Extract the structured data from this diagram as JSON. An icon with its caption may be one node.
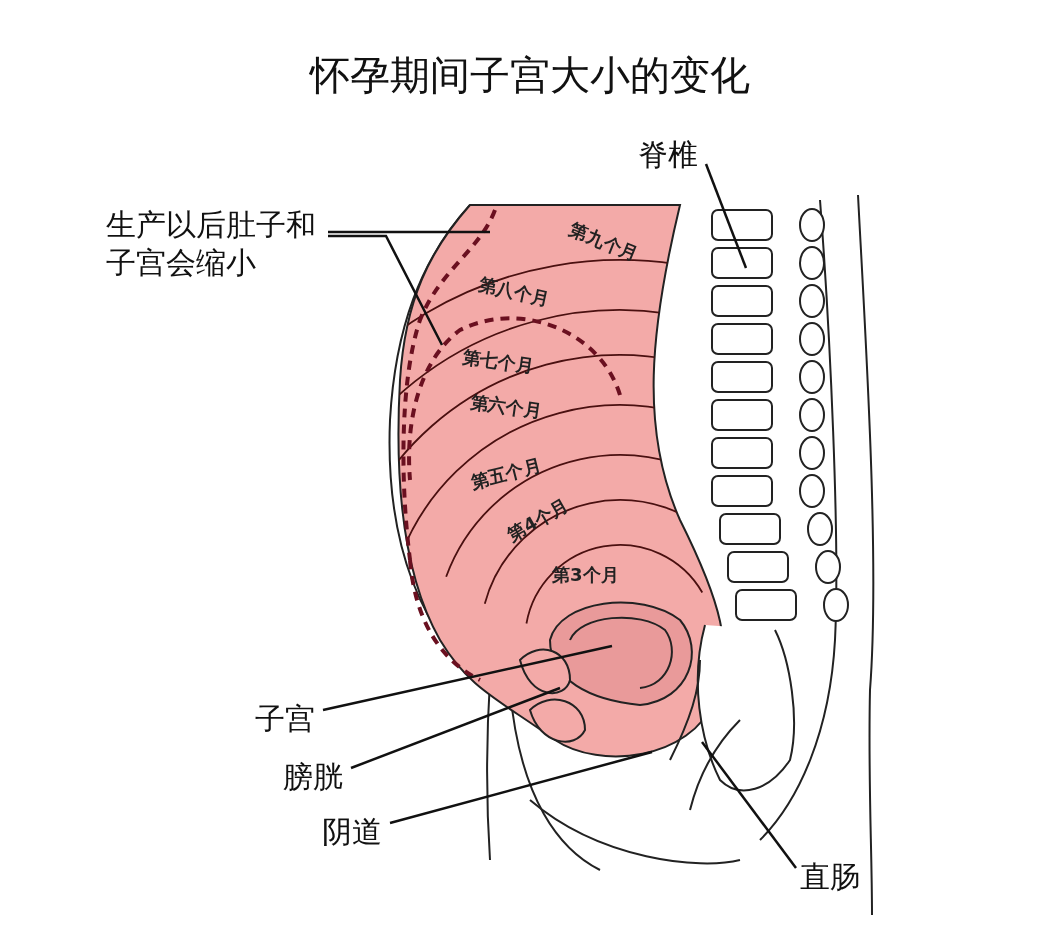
{
  "diagram": {
    "title": "怀孕期间子宫大小的变化",
    "nodes": [
      {
        "text": [
          "生产以后肚子和子宫会缩小"
        ]
      },
      {
        "text": [
          "脊椎"
        ]
      },
      {
        "text": [
          "子宫"
        ]
      },
      {
        "text": [
          "膀胱"
        ]
      },
      {
        "text": [
          "阴道"
        ]
      },
      {
        "text": [
          "直肠"
        ]
      }
    ],
    "edges": [
      {
        "from": 0,
        "to": null,
        "arrow": "none"
      },
      {
        "from": 0,
        "to": null,
        "arrow": "none"
      },
      {
        "from": 1,
        "to": null,
        "arrow": "none"
      },
      {
        "from": 2,
        "to": null,
        "arrow": "none"
      },
      {
        "from": 3,
        "to": null,
        "arrow": "none"
      },
      {
        "from": 4,
        "to": null,
        "arrow": "none"
      },
      {
        "from": 5,
        "to": null,
        "arrow": "none"
      }
    ],
    "labels": [
      "第九个月",
      "第八个月",
      "第七个月",
      "第六个月",
      "第五个月",
      "第4个月",
      "第3个月"
    ]
  }
}
